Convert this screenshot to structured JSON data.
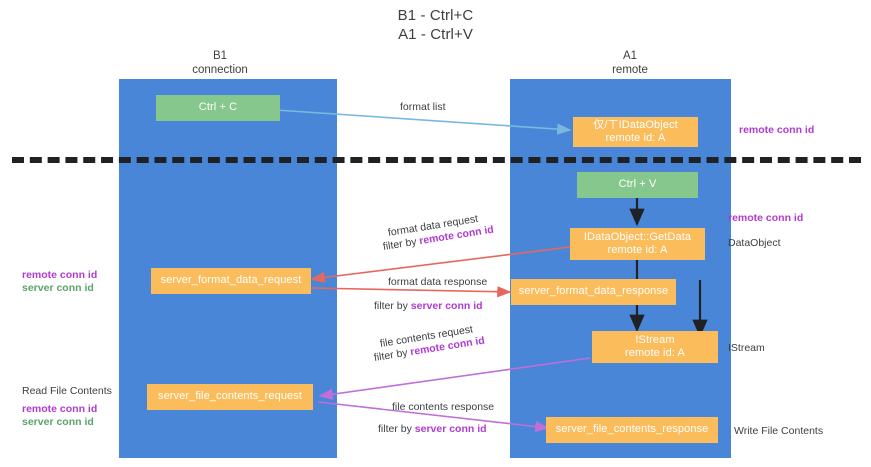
{
  "title": {
    "line1": "B1 - Ctrl+C",
    "line2": "A1 - Ctrl+V"
  },
  "colors": {
    "lane": "#4a86d8",
    "green_node": "#85c78d",
    "orange_node": "#fbbc5c",
    "divider": "#202124",
    "arrow_format_list": "#7ab8e0",
    "arrow_format_data": "#e8675c",
    "arrow_file_contents": "#c06fd8",
    "arrow_internal": "#202124",
    "remote_conn_id": "#b03bd0",
    "server_conn_id": "#5aa469",
    "text": "#3c4043"
  },
  "lanes": [
    {
      "id": "b1",
      "head_line1": "B1",
      "head_line2": "connection"
    },
    {
      "id": "a1",
      "head_line1": "A1",
      "head_line2": "remote"
    }
  ],
  "nodes": [
    {
      "id": "ctrl-c",
      "kind": "green",
      "line1": "Ctrl + C",
      "line2": ""
    },
    {
      "id": "idataobject",
      "kind": "orange",
      "line1": "仅/ㄒIDataObject",
      "line2": "remote id: A"
    },
    {
      "id": "ctrl-v",
      "kind": "green",
      "line1": "Ctrl + V",
      "line2": ""
    },
    {
      "id": "idataobject-getdata",
      "kind": "orange",
      "line1": "IDataObject::GetData",
      "line2": "remote id: A"
    },
    {
      "id": "server-format-data-request",
      "kind": "orange",
      "line1": "server_format_data_request",
      "line2": ""
    },
    {
      "id": "server-format-data-response",
      "kind": "orange",
      "line1": "server_format_data_response",
      "line2": ""
    },
    {
      "id": "istream",
      "kind": "orange",
      "line1": "IStream",
      "line2": "remote id: A"
    },
    {
      "id": "server-file-contents-request",
      "kind": "orange",
      "line1": "server_file_contents_request",
      "line2": ""
    },
    {
      "id": "server-file-contents-response",
      "kind": "orange",
      "line1": "server_file_contents_response",
      "line2": ""
    }
  ],
  "edge_labels": {
    "format_list": "format list",
    "format_data_request": "format data request",
    "format_data_request_filter_prefix": "filter by ",
    "format_data_request_filter_key": "remote conn id",
    "format_data_response": "format data response",
    "format_data_response_filter_prefix": "filter by ",
    "format_data_response_filter_key": "server conn id",
    "file_contents_request": "file contents request",
    "file_contents_request_filter_prefix": "filter by ",
    "file_contents_request_filter_key": "remote conn id",
    "file_contents_response": "file contents response",
    "file_contents_response_filter_prefix": "filter by ",
    "file_contents_response_filter_key": "server conn id"
  },
  "gutter_left": {
    "format_remote": "remote conn id",
    "format_server": "server conn id",
    "read_file_contents": "Read File Contents",
    "file_remote": "remote conn id",
    "file_server": "server conn id"
  },
  "gutter_right": {
    "top_remote": "remote conn id",
    "getdata_remote": "remote conn id",
    "dataobject": "DataObject",
    "istream": "IStream",
    "write_file_contents": "Write File Contents"
  }
}
